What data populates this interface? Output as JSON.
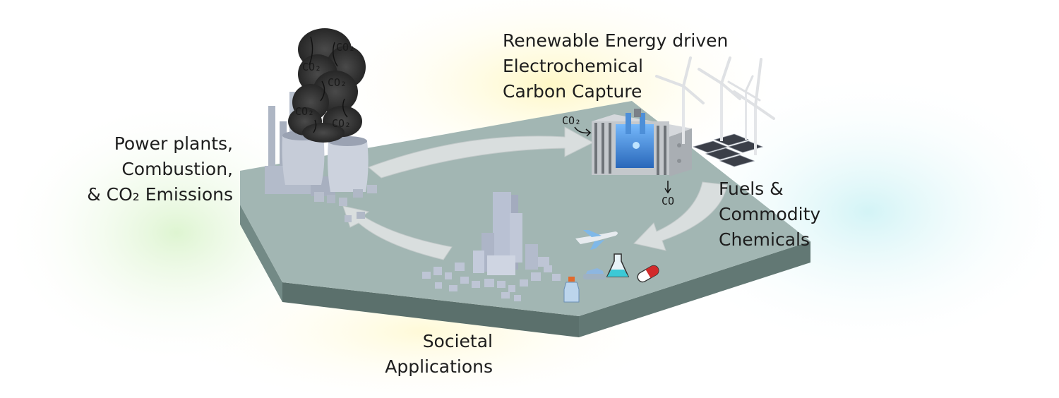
{
  "labels": {
    "power_plants": [
      "Power plants,",
      "Combustion,",
      "& CO₂ Emissions"
    ],
    "electrochemical": [
      "Renewable Energy driven",
      "Electrochemical",
      "Carbon Capture"
    ],
    "fuels": [
      "Fuels &",
      "Commodity",
      "Chemicals"
    ],
    "societal": [
      "Societal",
      "Applications"
    ]
  },
  "annotations": {
    "smoke_co2": [
      "CO₂",
      "CO₂",
      "CO₂",
      "CO₂",
      "CO₂"
    ],
    "input_co2": "CO₂",
    "output_co": "CO"
  },
  "colors": {
    "platform_top": "#a2b6b3",
    "platform_side": "#6f8682",
    "platform_front": "#5b706c",
    "arrow": "#d9dede",
    "building": "#b9c1d2",
    "smoke": "#2f2f2f",
    "cell_glow": "#3c8ee8"
  },
  "icons": [
    "power-plant-icon",
    "smoke-plume-icon",
    "electrolyzer-icon",
    "wind-turbine-icon",
    "solar-panel-icon",
    "airplane-icon",
    "car-icon",
    "flask-icon",
    "pill-icon",
    "bottle-icon",
    "city-icon"
  ]
}
